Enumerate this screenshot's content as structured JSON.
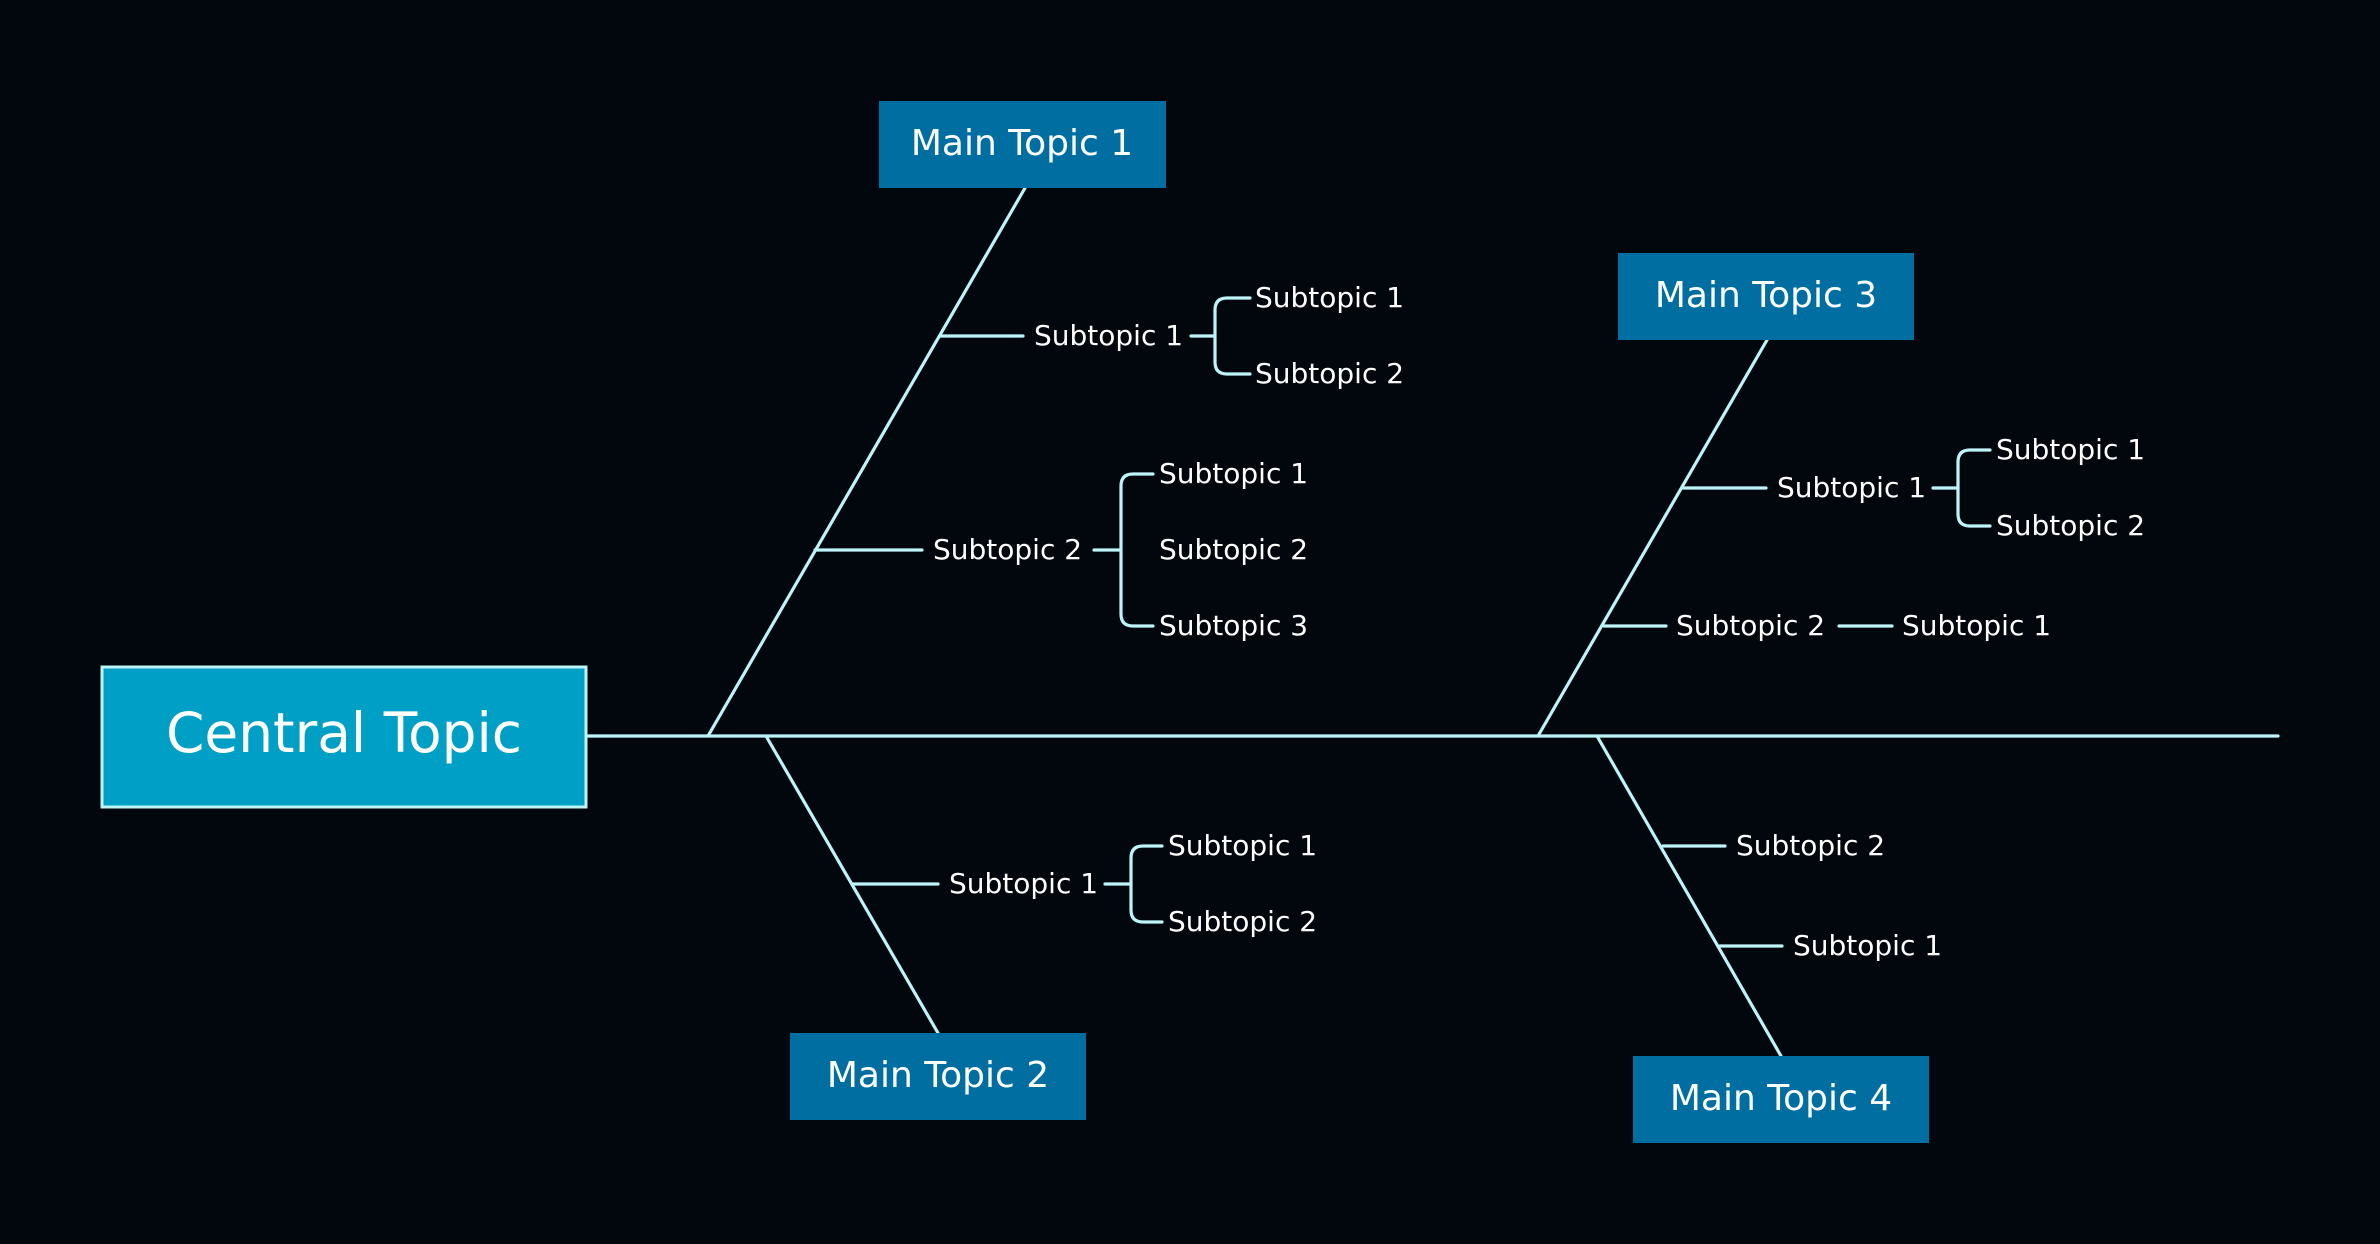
{
  "central_topic": "Central Topic",
  "main_topics": [
    {
      "label": "Main Topic 1",
      "subtopics": [
        {
          "label": "Subtopic 1",
          "children": [
            "Subtopic 1",
            "Subtopic 2"
          ]
        },
        {
          "label": "Subtopic 2",
          "children": [
            "Subtopic 1",
            "Subtopic 2",
            "Subtopic 3"
          ]
        }
      ]
    },
    {
      "label": "Main Topic 2",
      "subtopics": [
        {
          "label": "Subtopic 1",
          "children": [
            "Subtopic 1",
            "Subtopic 2"
          ]
        }
      ]
    },
    {
      "label": "Main Topic 3",
      "subtopics": [
        {
          "label": "Subtopic 1",
          "children": [
            "Subtopic 1",
            "Subtopic 2"
          ]
        },
        {
          "label": "Subtopic 2",
          "children": [
            "Subtopic 1"
          ]
        }
      ]
    },
    {
      "label": "Main Topic 4",
      "subtopics": [
        {
          "label": "Subtopic 2",
          "children": []
        },
        {
          "label": "Subtopic 1",
          "children": []
        }
      ]
    }
  ],
  "colors": {
    "background": "#02070d",
    "central_fill": "#00a0c6",
    "central_border": "#bdf4f8",
    "main_fill": "#006ea1",
    "line": "#bdf4f8",
    "text": "#ffffff"
  }
}
